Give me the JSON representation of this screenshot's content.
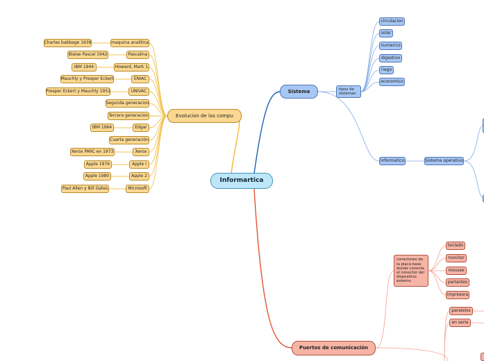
{
  "central": "Informartica",
  "branches": {
    "evolucion": {
      "label": "Evolucion de las compu",
      "items": [
        {
          "label": "maquina analitica",
          "detail": "Charles babbage 1939"
        },
        {
          "label": "Pascalina",
          "detail": "Blaise Pascal 1942"
        },
        {
          "label": "Howard, Mark 1",
          "detail": "IBM 1944"
        },
        {
          "label": "ENIAC",
          "detail": "Mauchly y Presper Eckert"
        },
        {
          "label": "UNIVAC",
          "detail": "Presper Eckert y Mauchly 1951"
        },
        {
          "label": "Segunda generacion",
          "detail": ""
        },
        {
          "label": "Tercera generacion",
          "detail": ""
        },
        {
          "label": "Edgar",
          "detail": "IBM 1964"
        },
        {
          "label": "Cuarta generación",
          "detail": ""
        },
        {
          "label": "Xerox",
          "detail": "Xerox PARC en 1973"
        },
        {
          "label": "Apple I",
          "detail": "Apple 1976"
        },
        {
          "label": "Apple 2",
          "detail": "Apple 1980"
        },
        {
          "label": "Microsoft",
          "detail": "Paul Allen y Bill Gates"
        }
      ]
    },
    "sistema": {
      "label": "Sistema",
      "tipos": "tipos de sistemas",
      "tipos_items": [
        "circulacion",
        "solar",
        "numerico",
        "digestivo",
        "riego",
        "economico"
      ],
      "informatico": "informatico",
      "sistema_operativo": "Sistema operativo"
    },
    "puertos": {
      "label": "Puertos de comunicación",
      "conectores": "conectores de la placa base donde conecta el conector del dispositivo externo",
      "conectores_items": [
        "teclado",
        "monitor",
        "mousse",
        "parlantes",
        "impresora"
      ],
      "tipos_items": [
        "paralelos",
        "en serie"
      ]
    }
  }
}
